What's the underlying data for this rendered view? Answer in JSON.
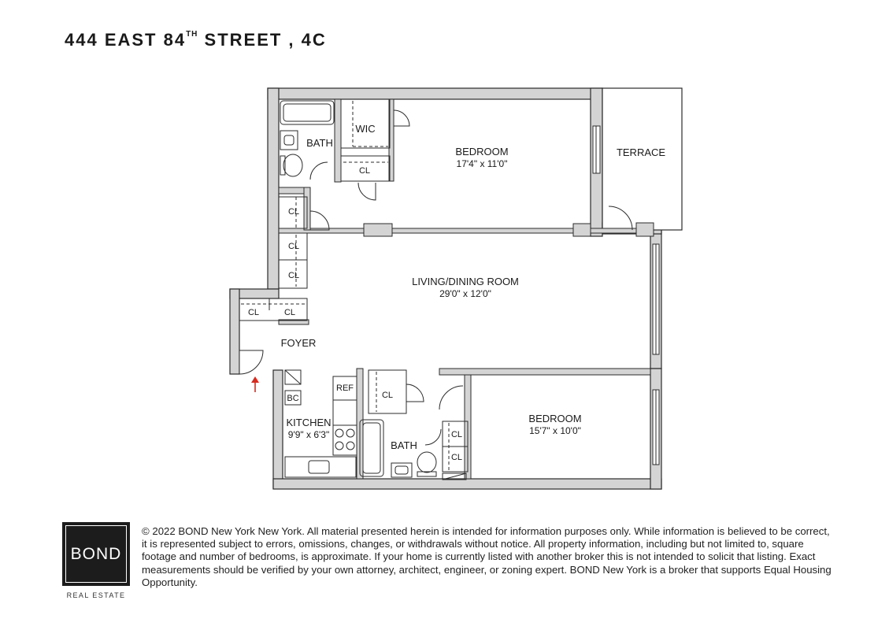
{
  "listing": {
    "address_part1": "444 EAST 84",
    "address_sup": "TH",
    "address_part2": " STREET , 4C"
  },
  "rooms": {
    "bedroom_1": {
      "name": "BEDROOM",
      "dimensions": "17'4\" x 11'0\""
    },
    "bedroom_2": {
      "name": "BEDROOM",
      "dimensions": "15'7\" x 10'0\""
    },
    "living": {
      "name": "LIVING/DINING ROOM",
      "dimensions": "29'0\" x 12'0\""
    },
    "kitchen": {
      "name": "KITCHEN",
      "dimensions": "9'9\" x 6'3\""
    },
    "terrace": "TERRACE",
    "foyer": "FOYER",
    "bath_1": "BATH",
    "bath_2": "BATH",
    "wic": "WIC",
    "closet": "CL",
    "refrigerator": "REF",
    "broom_closet": "BC"
  },
  "colors": {
    "wall": "#d4d4d4",
    "wall_stroke": "#2b2b2b",
    "entry_arrow": "#d62b1f",
    "logo_bg": "#1c1c1c"
  },
  "icons": [
    "entry-arrow-icon",
    "door-swing-icon",
    "bathtub-icon",
    "toilet-icon",
    "sink-icon",
    "stove-icon"
  ],
  "brand": {
    "logo_text": "BOND",
    "logo_subtext": "REAL ESTATE"
  },
  "disclaimer": "© 2022 BOND New York New York. All material presented herein is intended for information purposes only. While information is believed to be correct, it is represented subject to errors, omissions, changes, or withdrawals without notice. All property information, including but not limited to, square footage and number of bedrooms, is approximate. If your home is currently listed with another broker this is not intended to solicit that listing. Exact measurements should be verified by your own attorney, architect, engineer, or zoning expert. BOND New York is a broker that supports Equal Housing Opportunity."
}
